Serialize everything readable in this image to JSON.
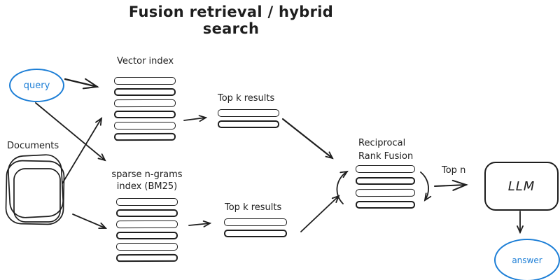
{
  "title": "Fusion retrieval / hybrid search",
  "colors": {
    "ink": "#1e1e1e",
    "accent_blue": "#1c7ed6",
    "background": "#ffffff"
  },
  "nodes": {
    "query": {
      "label": "query"
    },
    "documents": {
      "label": "Documents"
    },
    "vector_index": {
      "label": "Vector index",
      "bar_count": 6
    },
    "sparse_index": {
      "label_line1": "sparse n-grams",
      "label_line2": "index (BM25)",
      "bar_count": 6
    },
    "top_k_vector": {
      "label": "Top k results",
      "bar_count": 2
    },
    "top_k_sparse": {
      "label": "Top k results",
      "bar_count": 2
    },
    "rrf": {
      "label_line1": "Reciprocal",
      "label_line2": "Rank Fusion",
      "bar_count": 4
    },
    "top_n": {
      "label": "Top n"
    },
    "llm": {
      "label": "LLM"
    },
    "answer": {
      "label": "answer"
    }
  },
  "edges": [
    {
      "from": "query",
      "to": "vector-index"
    },
    {
      "from": "query",
      "to": "sparse-index"
    },
    {
      "from": "documents",
      "to": "vector-index"
    },
    {
      "from": "documents",
      "to": "sparse-index"
    },
    {
      "from": "vector-index",
      "to": "top-k-results-vector"
    },
    {
      "from": "sparse-index",
      "to": "top-k-results-sparse"
    },
    {
      "from": "top-k-results-vector",
      "to": "reciprocal-rank-fusion"
    },
    {
      "from": "top-k-results-sparse",
      "to": "reciprocal-rank-fusion"
    },
    {
      "from": "reciprocal-rank-fusion",
      "to": "llm",
      "label": "Top n"
    },
    {
      "from": "llm",
      "to": "answer"
    }
  ]
}
